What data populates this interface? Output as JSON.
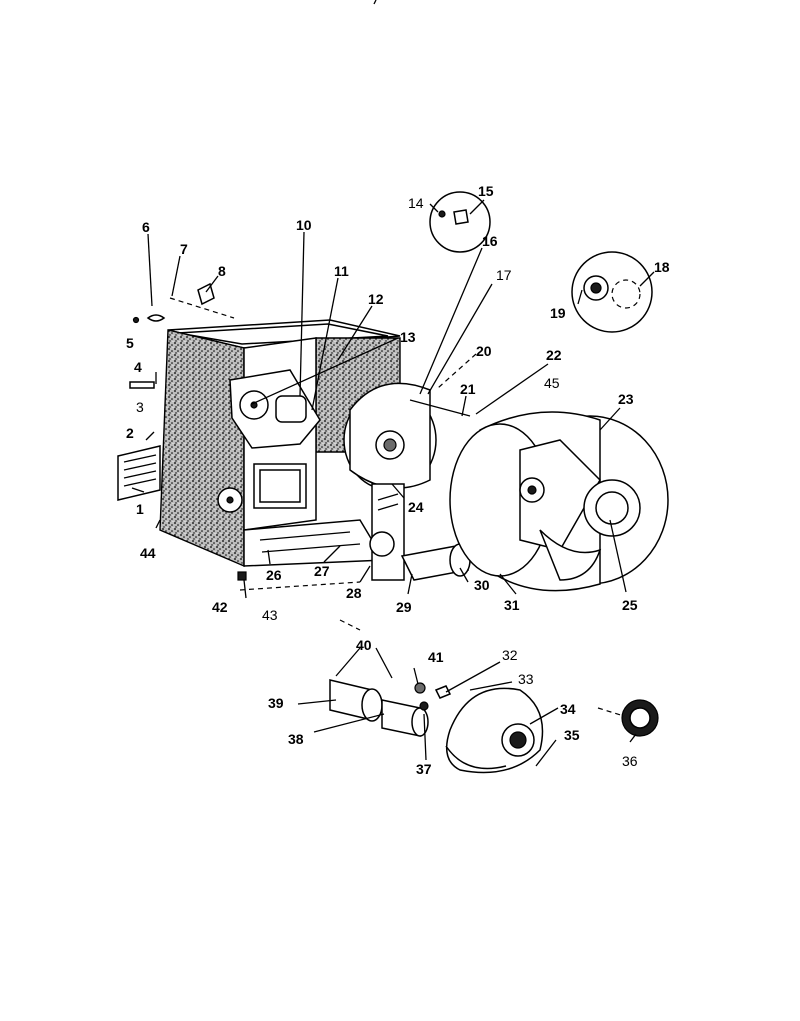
{
  "callouts": [
    {
      "id": "c1",
      "text": "1"
    },
    {
      "id": "c2",
      "text": "2"
    },
    {
      "id": "c3",
      "text": "3"
    },
    {
      "id": "c4",
      "text": "4"
    },
    {
      "id": "c5",
      "text": "5"
    },
    {
      "id": "c6",
      "text": "6"
    },
    {
      "id": "c7",
      "text": "7"
    },
    {
      "id": "c8",
      "text": "8"
    },
    {
      "id": "c10",
      "text": "10"
    },
    {
      "id": "c11",
      "text": "11"
    },
    {
      "id": "c12",
      "text": "12"
    },
    {
      "id": "c13",
      "text": "13"
    },
    {
      "id": "c14",
      "text": "14"
    },
    {
      "id": "c15",
      "text": "15"
    },
    {
      "id": "c16",
      "text": "16"
    },
    {
      "id": "c17",
      "text": "17"
    },
    {
      "id": "c18",
      "text": "18"
    },
    {
      "id": "c19",
      "text": "19"
    },
    {
      "id": "c20",
      "text": "20"
    },
    {
      "id": "c21",
      "text": "21"
    },
    {
      "id": "c22",
      "text": "22"
    },
    {
      "id": "c45",
      "text": "45"
    },
    {
      "id": "c23",
      "text": "23"
    },
    {
      "id": "c24",
      "text": "24"
    },
    {
      "id": "c25",
      "text": "25"
    },
    {
      "id": "c26",
      "text": "26"
    },
    {
      "id": "c27",
      "text": "27"
    },
    {
      "id": "c28",
      "text": "28"
    },
    {
      "id": "c29",
      "text": "29"
    },
    {
      "id": "c30",
      "text": "30"
    },
    {
      "id": "c31",
      "text": "31"
    },
    {
      "id": "c42",
      "text": "42"
    },
    {
      "id": "c43",
      "text": "43"
    },
    {
      "id": "c44",
      "text": "44"
    },
    {
      "id": "c40",
      "text": "40"
    },
    {
      "id": "c41",
      "text": "41"
    },
    {
      "id": "c32",
      "text": "32"
    },
    {
      "id": "c33",
      "text": "33"
    },
    {
      "id": "c34",
      "text": "34"
    },
    {
      "id": "c35",
      "text": "35"
    },
    {
      "id": "c36",
      "text": "36"
    },
    {
      "id": "c37",
      "text": "37"
    },
    {
      "id": "c38",
      "text": "38"
    },
    {
      "id": "c39",
      "text": "39"
    }
  ]
}
